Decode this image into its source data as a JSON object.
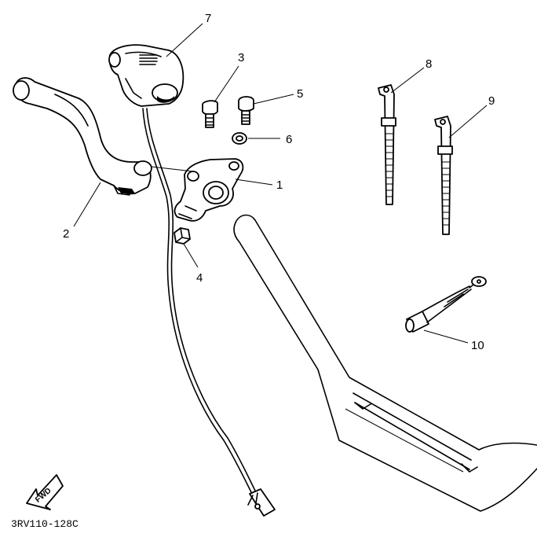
{
  "callouts": [
    {
      "id": "1",
      "label": "1"
    },
    {
      "id": "2",
      "label": "2"
    },
    {
      "id": "3",
      "label": "3"
    },
    {
      "id": "4",
      "label": "4"
    },
    {
      "id": "5",
      "label": "5"
    },
    {
      "id": "6",
      "label": "6"
    },
    {
      "id": "7",
      "label": "7"
    },
    {
      "id": "8",
      "label": "8"
    },
    {
      "id": "9",
      "label": "9"
    },
    {
      "id": "10",
      "label": "10"
    }
  ],
  "direction_badge": "FWD",
  "drawing_code": "3RV110-128C",
  "colors": {
    "line": "#000000",
    "background": "#ffffff"
  },
  "parts": {
    "1": "lever-holder",
    "2": "clutch-lever",
    "3": "bolt",
    "4": "nut",
    "5": "bolt",
    "6": "washer",
    "7": "engine-stop-switch",
    "8": "cable-band",
    "9": "cable-band",
    "10": "clutch-switch",
    "handlebar": "handlebar",
    "cable": "switch-cable"
  }
}
